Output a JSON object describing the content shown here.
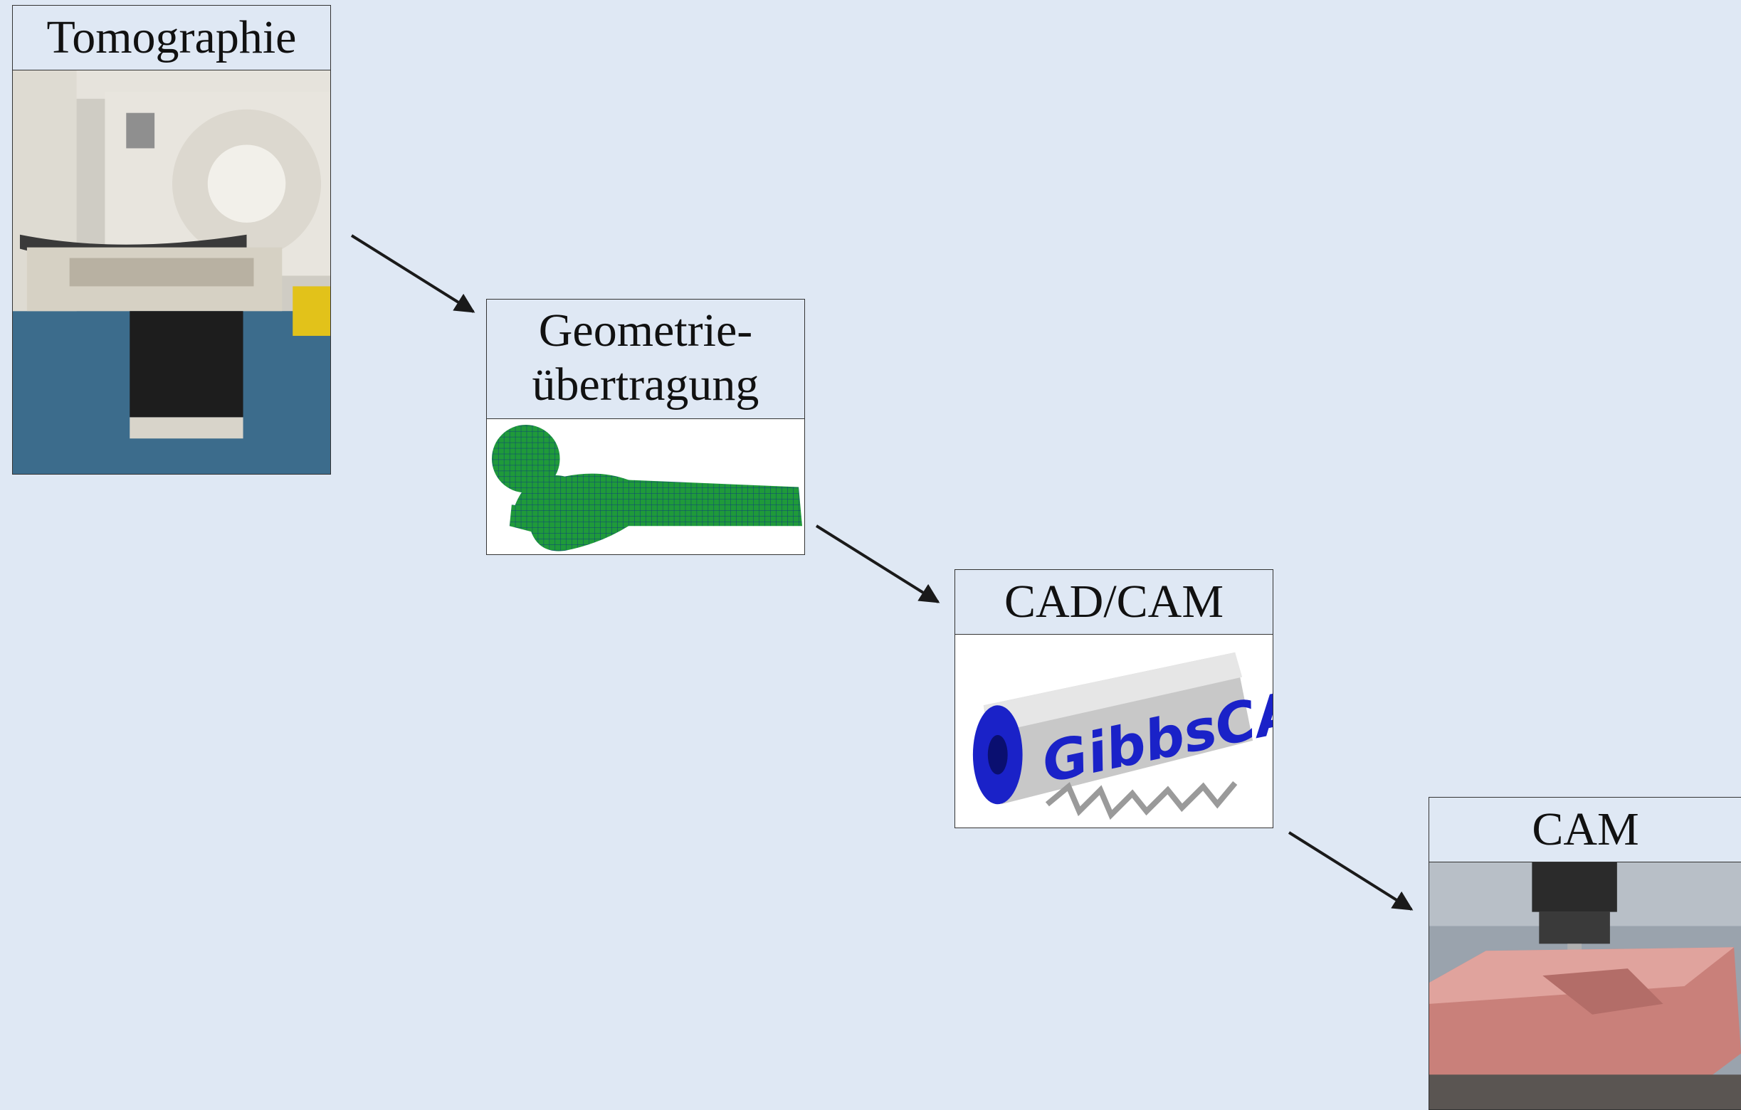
{
  "steps": [
    {
      "id": "tomographie",
      "label": "Tomographie",
      "icon": "ct-scanner-photo"
    },
    {
      "id": "geometrie",
      "label_line1": "Geometrie-",
      "label_line2": "übertragung",
      "icon": "femur-mesh-image"
    },
    {
      "id": "cadcam",
      "label": "CAD/CAM",
      "icon": "gibbscam-logo",
      "logo_text": "GibbsCAM"
    },
    {
      "id": "cam",
      "label": "CAM",
      "icon": "milling-machine-photo"
    }
  ],
  "colors": {
    "background": "#dfe8f4",
    "border": "#333333",
    "arrow": "#1a1a1a",
    "mesh_green": "#1f9a3a",
    "logo_blue": "#1a22c8"
  }
}
